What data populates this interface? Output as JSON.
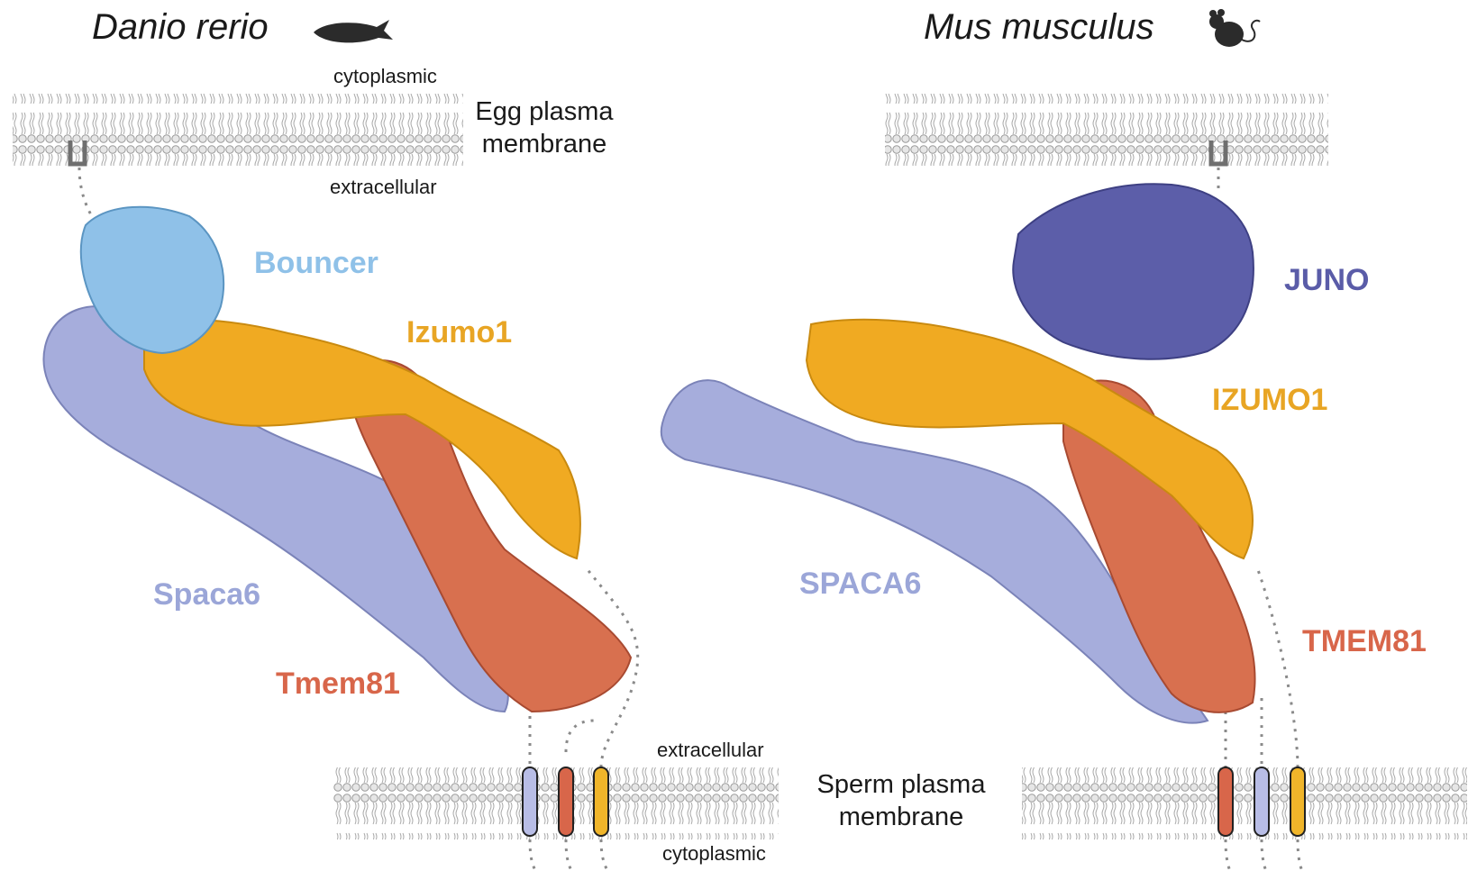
{
  "left": {
    "species": "Danio rerio",
    "species_icon": "zebrafish-silhouette-icon",
    "egg_membrane": {
      "line1": "Egg plasma",
      "line2": "membrane",
      "top_side": "cytoplasmic",
      "bottom_side": "extracellular"
    },
    "proteins": {
      "bouncer": "Bouncer",
      "izumo": "Izumo1",
      "spaca": "Spaca6",
      "tmem": "Tmem81"
    },
    "sperm_membrane": {
      "top_side": "extracellular",
      "bottom_side": "cytoplasmic"
    }
  },
  "right": {
    "species": "Mus musculus",
    "species_icon": "mouse-silhouette-icon",
    "proteins": {
      "juno": "JUNO",
      "izumo": "IZUMO1",
      "spaca": "SPACA6",
      "tmem": "TMEM81"
    },
    "sperm_membrane": {
      "line1": "Sperm plasma",
      "line2": "membrane"
    }
  },
  "colors": {
    "bouncer": "#8fc1e8",
    "izumo": "#e8a524",
    "spaca": "#9ba6d8",
    "tmem": "#d8664a",
    "juno": "#5a5ca8",
    "membrane": "#bdbdbd"
  }
}
